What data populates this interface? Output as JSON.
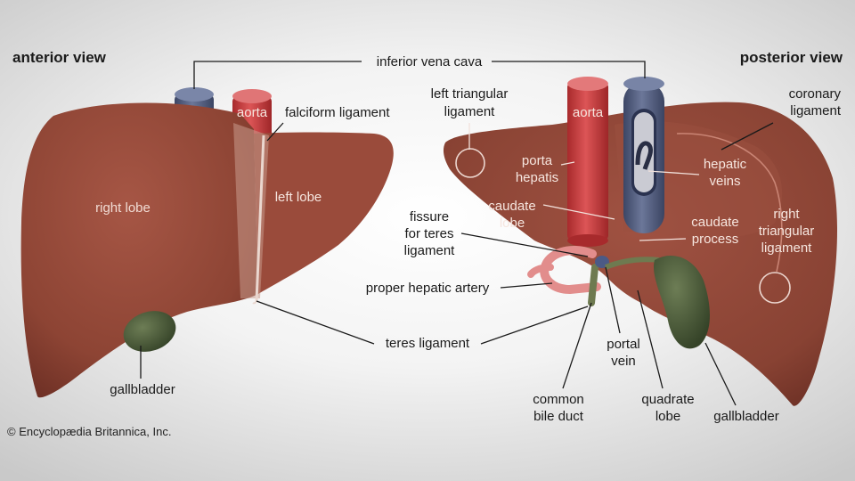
{
  "views": {
    "anterior": "anterior view",
    "posterior": "posterior view"
  },
  "labels": {
    "inferior_vena_cava": "inferior vena cava",
    "aorta": "aorta",
    "falciform_ligament": "falciform ligament",
    "right_lobe": "right lobe",
    "left_lobe": "left lobe",
    "gallbladder": "gallbladder",
    "teres_ligament": "teres ligament",
    "proper_hepatic_artery": "proper hepatic artery",
    "left_triangular_ligament": [
      "left triangular",
      "ligament"
    ],
    "porta_hepatis": [
      "porta",
      "hepatis"
    ],
    "caudate_lobe": [
      "caudate",
      "lobe"
    ],
    "fissure_for_teres_ligament": [
      "fissure",
      "for teres",
      "ligament"
    ],
    "coronary_ligament": [
      "coronary",
      "ligament"
    ],
    "hepatic_veins": [
      "hepatic",
      "veins"
    ],
    "caudate_process": [
      "caudate",
      "process"
    ],
    "right_triangular_ligament": [
      "right",
      "triangular",
      "ligament"
    ],
    "portal_vein": [
      "portal",
      "vein"
    ],
    "common_bile_duct": [
      "common",
      "bile duct"
    ],
    "quadrate_lobe": [
      "quadrate",
      "lobe"
    ]
  },
  "credit": "© Encyclopædia Britannica, Inc.",
  "colors": {
    "liver": "#8e4536",
    "liver_light": "#a85747",
    "aorta": "#c6393b",
    "vena_cava": "#4e5a7c",
    "gallbladder": "#4a5a3a",
    "ligament": "#e8cfc6",
    "background": "#f3f3f3"
  }
}
